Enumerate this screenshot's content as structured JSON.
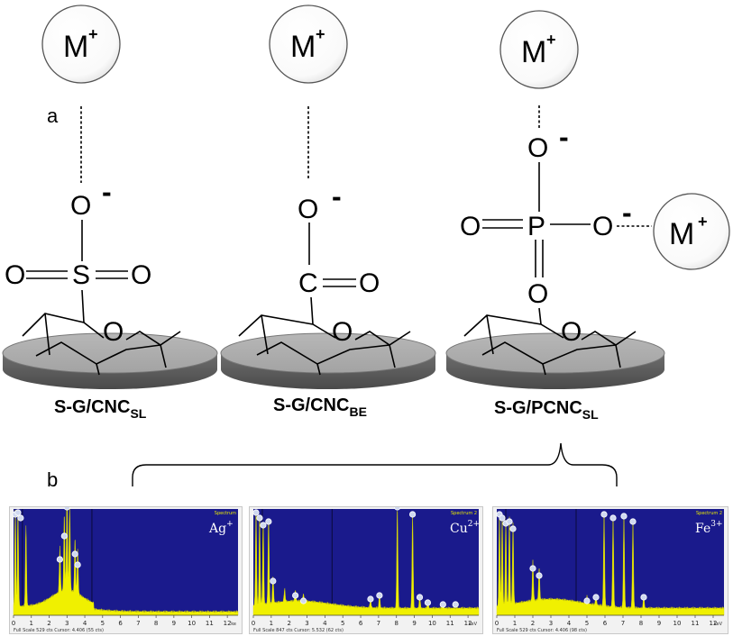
{
  "panel_labels": {
    "a": "a",
    "b": "b"
  },
  "structures": [
    {
      "id": "sulfonate",
      "ion": "M",
      "ion_charge": "+",
      "atoms": [
        "O",
        "S",
        "O",
        "O",
        "O"
      ],
      "charges": [
        "-"
      ],
      "caption_main": "S-G/CNC",
      "caption_sub": "SL"
    },
    {
      "id": "carboxylate",
      "ion": "M",
      "ion_charge": "+",
      "atoms": [
        "O",
        "C",
        "O",
        "O"
      ],
      "charges": [
        "-"
      ],
      "caption_main": "S-G/CNC",
      "caption_sub": "BE"
    },
    {
      "id": "phosphate",
      "ion": "M",
      "ion_charge": "+",
      "second_ion": "M",
      "second_ion_charge": "+",
      "atoms": [
        "O",
        "P",
        "O",
        "O",
        "O"
      ],
      "charges": [
        "-",
        "-"
      ],
      "caption_main": "S-G/PCNC",
      "caption_sub": "SL"
    }
  ],
  "spectra": [
    {
      "label_main": "Ag",
      "label_sup": "+",
      "tag": "Spectrum",
      "footer": "Full Scale 529 cts Cursor: 4.406 (55 cts)",
      "unit": "ke",
      "ticks": [
        "0",
        "1",
        "2",
        "3",
        "4",
        "5",
        "6",
        "7",
        "8",
        "9",
        "10",
        "11",
        "12"
      ]
    },
    {
      "label_main": "Cu",
      "label_sup": "2+",
      "tag": "Spectrum 2",
      "footer": "Full Scale 847 cts Cursor: 5.532 (62 cts)",
      "unit": "keV",
      "ticks": [
        "0",
        "1",
        "2",
        "3",
        "4",
        "5",
        "6",
        "7",
        "8",
        "9",
        "10",
        "11",
        "12"
      ]
    },
    {
      "label_main": "Fe",
      "label_sup": "3+",
      "tag": "Spectrum 2",
      "footer": "Full Scale 529 cts Cursor: 4.406 (98 cts)",
      "unit": "keV",
      "ticks": [
        "0",
        "1",
        "2",
        "3",
        "4",
        "5",
        "6",
        "7",
        "8",
        "9",
        "10",
        "11",
        "12"
      ]
    }
  ],
  "colors": {
    "spectrum_bg": "#1a1a8c",
    "spectrum_fill": "#f0f000",
    "disc": "#8e8e8e",
    "marker": "#cfd8f0"
  }
}
